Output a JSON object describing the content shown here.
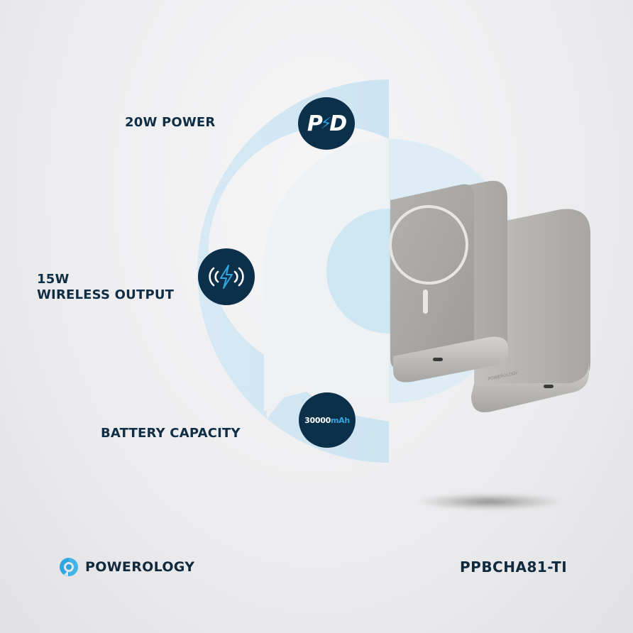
{
  "features": [
    {
      "label": "20W POWER",
      "icon": "pd-icon",
      "badge_text": "PD"
    },
    {
      "label_line1": "15W",
      "label_line2": "WIRELESS OUTPUT",
      "icon": "wireless-charging-icon"
    },
    {
      "label": "BATTERY CAPACITY",
      "icon": "capacity-icon",
      "badge_value": "30000",
      "badge_unit": "mAh"
    }
  ],
  "footer": {
    "brand": "POWEROLOGY",
    "model": "PPBCHA81-TI"
  },
  "colors": {
    "navy": "#0c2f4a",
    "accent_blue": "#2fa6e0",
    "arc_light_blue": "#cfe6f3",
    "text_dark": "#0f2e45",
    "product_gray": "#a9a7a3"
  }
}
